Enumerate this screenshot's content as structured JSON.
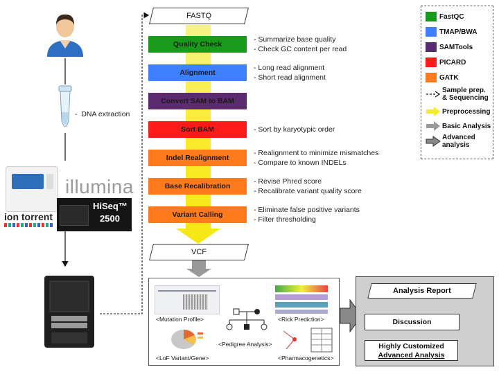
{
  "io": {
    "input_label": "FASTQ",
    "output_label": "VCF"
  },
  "steps": [
    {
      "label": "Quality Check",
      "color": "#1a9a1a",
      "notes": [
        "Summarize base quality",
        "Check GC content per read"
      ]
    },
    {
      "label": "Alignment",
      "color": "#3d7fff",
      "notes": [
        "Long read alignment",
        "Short read alignment"
      ]
    },
    {
      "label": "Convert SAM to BAM",
      "color": "#5c2a6e",
      "notes": []
    },
    {
      "label": "Sort BAM",
      "color": "#ff1a1a",
      "notes": [
        "Sort by karyotypic order"
      ]
    },
    {
      "label": "Indel Realignment",
      "color": "#ff7a1a",
      "notes": [
        "Realignment to minimize mismatches",
        "Compare to known INDELs"
      ]
    },
    {
      "label": "Base Recalibration",
      "color": "#ff7a1a",
      "notes": [
        "Revise Phred score",
        "Recalibrate variant quality score"
      ]
    },
    {
      "label": "Variant Calling",
      "color": "#ff7a1a",
      "notes": [
        "Eliminate false positive variants",
        "Filter thresholding"
      ]
    }
  ],
  "sample_prep": {
    "dna_extraction_label": "DNA extraction",
    "brand_illumina": "illumina",
    "brand_iontorrent": "ion torrent",
    "hiseq_label": "HiSeq™",
    "hiseq_model": "2500"
  },
  "legend": [
    {
      "label": "FastQC",
      "color": "#1a9a1a",
      "icon": "green-square"
    },
    {
      "label": "TMAP/BWA",
      "color": "#3d7fff",
      "icon": "blue-square"
    },
    {
      "label": "SAMTools",
      "color": "#5c2a6e",
      "icon": "purple-square"
    },
    {
      "label": "PICARD",
      "color": "#ff1a1a",
      "icon": "red-square"
    },
    {
      "label": "GATK",
      "color": "#ff7a1a",
      "icon": "orange-square"
    },
    {
      "label": "Sample prep. & Sequencing",
      "icon": "dashed-arrow"
    },
    {
      "label": "Preprocessing",
      "icon": "yellow-arrow"
    },
    {
      "label": "Basic Analysis",
      "icon": "gray-arrow"
    },
    {
      "label": "Advanced analysis",
      "icon": "dark-outline-arrow"
    }
  ],
  "results": {
    "mutation_profile": "<Mutation Profile>",
    "pedigree_analysis": "<Pedigree Analysis>",
    "risk_prediction": "<Rick Prediction>",
    "lof_variant_gene": "<LoF Variant/Gene>",
    "pharmacogenetics": "<Pharmacogenetics>"
  },
  "advanced": {
    "analysis_report": "Analysis Report",
    "discussion": "Discussion",
    "custom_line1": "Highly Customized",
    "custom_line2": "Advanced Analysis"
  }
}
